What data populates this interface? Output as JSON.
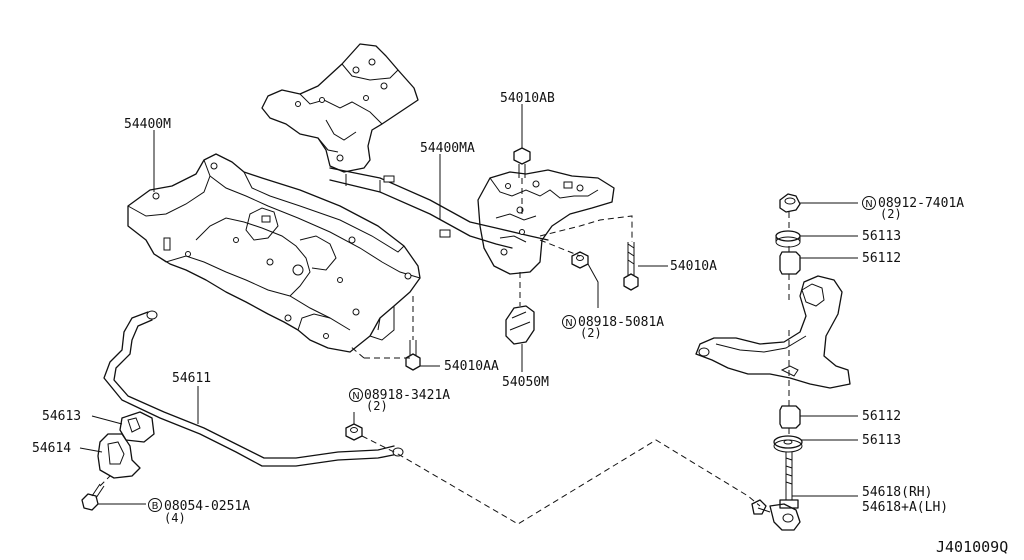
{
  "diagram_ref": "J401009Q",
  "labels": {
    "p54400M": "54400M",
    "p54400MA": "54400MA",
    "p54010AB": "54010AB",
    "p54010A": "54010A",
    "p54010AA": "54010AA",
    "p54050M": "54050M",
    "p54611": "54611",
    "p54613": "54613",
    "p54614": "54614",
    "p08054": "08054-0251A",
    "p08054_qty": "(4)",
    "p08054_prefix": "B",
    "p08918_3421": "08918-3421A",
    "p08918_3421_qty": "(2)",
    "p08918_3421_prefix": "N",
    "p08918_5081": "08918-5081A",
    "p08918_5081_qty": "(2)",
    "p08918_5081_prefix": "N",
    "p08912": "08912-7401A",
    "p08912_qty": "(2)",
    "p08912_prefix": "N",
    "p56113_top": "56113",
    "p56112_top": "56112",
    "p56112_bot": "56112",
    "p56113_bot": "56113",
    "p54618_rh": "54618(RH)",
    "p54618_lh": "54618+A(LH)"
  }
}
